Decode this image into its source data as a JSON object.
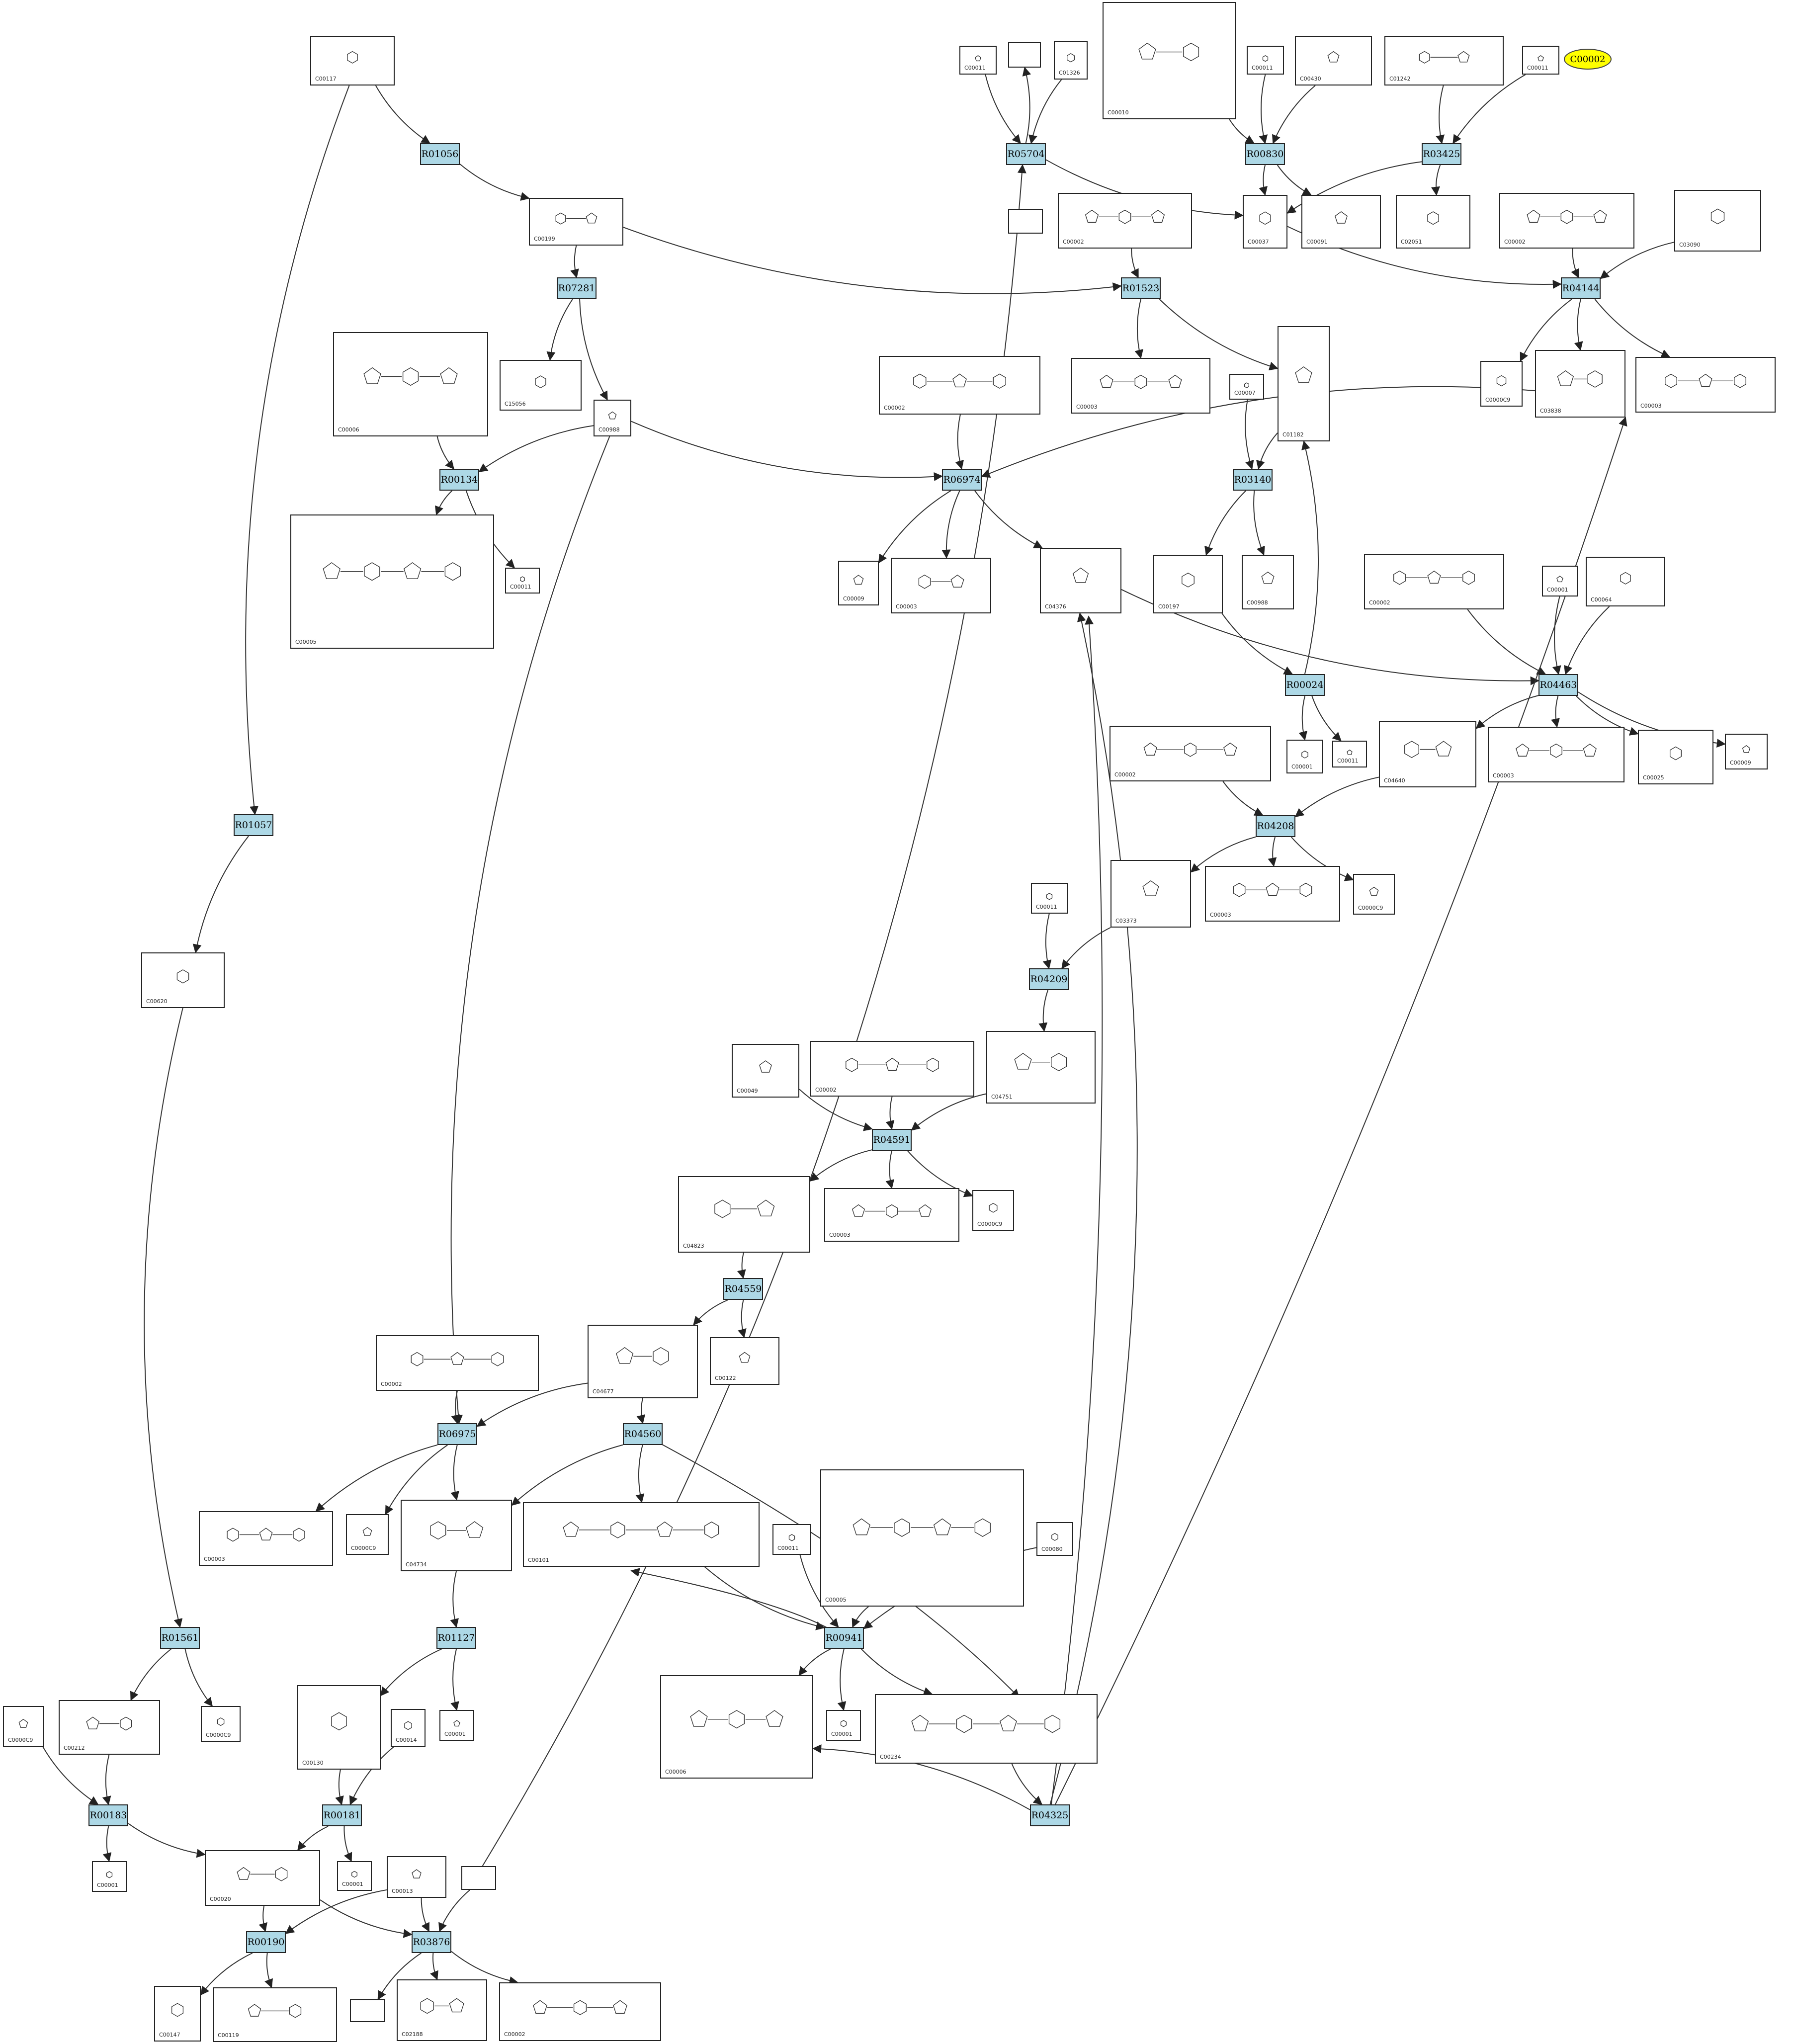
{
  "reactions": [
    {
      "id": "R01056"
    },
    {
      "id": "R05704"
    },
    {
      "id": "R00830"
    },
    {
      "id": "R03425"
    },
    {
      "id": "R07281"
    },
    {
      "id": "R01523"
    },
    {
      "id": "R04144"
    },
    {
      "id": "R00134"
    },
    {
      "id": "R06974"
    },
    {
      "id": "R03140"
    },
    {
      "id": "R00024"
    },
    {
      "id": "R04463"
    },
    {
      "id": "R01057"
    },
    {
      "id": "R04208"
    },
    {
      "id": "R04209"
    },
    {
      "id": "R04591"
    },
    {
      "id": "R04559"
    },
    {
      "id": "R06975"
    },
    {
      "id": "R04560"
    },
    {
      "id": "R01561"
    },
    {
      "id": "R01127"
    },
    {
      "id": "R00941"
    },
    {
      "id": "R00183"
    },
    {
      "id": "R00181"
    },
    {
      "id": "R04325"
    },
    {
      "id": "R00190"
    },
    {
      "id": "R03876"
    }
  ],
  "compounds": [
    {
      "id": "C00117"
    },
    {
      "id": "C00011"
    },
    {
      "id": "C01326"
    },
    {
      "id": "C00010"
    },
    {
      "id": "C00011"
    },
    {
      "id": "C00430"
    },
    {
      "id": "C01242"
    },
    {
      "id": "C00011"
    },
    {
      "id": "C00199"
    },
    {
      "id": "C00002"
    },
    {
      "id": "C00037"
    },
    {
      "id": "C00091"
    },
    {
      "id": "C02051"
    },
    {
      "id": "C00002"
    },
    {
      "id": "C03090"
    },
    {
      "id": "C00006"
    },
    {
      "id": "C15056"
    },
    {
      "id": "C00988"
    },
    {
      "id": "C00002"
    },
    {
      "id": "C00003"
    },
    {
      "id": "C00007"
    },
    {
      "id": "C01182"
    },
    {
      "id": "C0000C9"
    },
    {
      "id": "C03838"
    },
    {
      "id": "C00003"
    },
    {
      "id": "C00005"
    },
    {
      "id": "C00011"
    },
    {
      "id": "C00009"
    },
    {
      "id": "C00003"
    },
    {
      "id": "C04376"
    },
    {
      "id": "C00197"
    },
    {
      "id": "C00988"
    },
    {
      "id": "C00002"
    },
    {
      "id": "C00001"
    },
    {
      "id": "C00064"
    },
    {
      "id": "C00002"
    },
    {
      "id": "C00001"
    },
    {
      "id": "C00011"
    },
    {
      "id": "C04640"
    },
    {
      "id": "C00003"
    },
    {
      "id": "C00025"
    },
    {
      "id": "C00009"
    },
    {
      "id": "C00620"
    },
    {
      "id": "C03373"
    },
    {
      "id": "C00003"
    },
    {
      "id": "C0000C9"
    },
    {
      "id": "C00011"
    },
    {
      "id": "C00049"
    },
    {
      "id": "C00002"
    },
    {
      "id": "C04751"
    },
    {
      "id": "C04823"
    },
    {
      "id": "C00003"
    },
    {
      "id": "C0000C9"
    },
    {
      "id": "C00122"
    },
    {
      "id": "C00002"
    },
    {
      "id": "C04677"
    },
    {
      "id": "C00003"
    },
    {
      "id": "C0000C9"
    },
    {
      "id": "C04734"
    },
    {
      "id": "C00101"
    },
    {
      "id": "C00011"
    },
    {
      "id": "C00005"
    },
    {
      "id": "C00080"
    },
    {
      "id": "C00212"
    },
    {
      "id": "C0000C9"
    },
    {
      "id": "C0000C9"
    },
    {
      "id": "C00014"
    },
    {
      "id": "C00001"
    },
    {
      "id": "C00130"
    },
    {
      "id": "C00006"
    },
    {
      "id": "C00001"
    },
    {
      "id": "C00234"
    },
    {
      "id": "C00001"
    },
    {
      "id": "C00020"
    },
    {
      "id": "C00001"
    },
    {
      "id": "C00013"
    },
    {
      "id": "C00147"
    },
    {
      "id": "C00119"
    },
    {
      "id": "C02188"
    },
    {
      "id": "C00002"
    },
    {
      "id": ""
    },
    {
      "id": ""
    },
    {
      "id": ""
    },
    {
      "id": ""
    }
  ],
  "highlight": {
    "id": "C00002"
  }
}
